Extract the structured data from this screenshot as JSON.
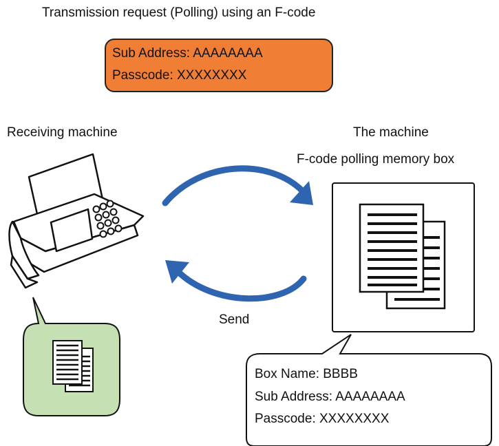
{
  "title": "Transmission request (Polling) using an F-code",
  "request_box": {
    "sub_address": "Sub Address: AAAAAAAA",
    "passcode": "Passcode: XXXXXXXX",
    "color": "#f07f35"
  },
  "receiving_machine": {
    "label": "Receiving machine",
    "icon": "fax-machine-icon"
  },
  "the_machine": {
    "label": "The machine",
    "memory_box_label": "F-code polling memory box",
    "icon": "documents-icon"
  },
  "send_label": "Send",
  "received_bubble": {
    "icon": "received-documents-icon",
    "color": "#c5e0b3"
  },
  "info_callout": {
    "box_name": "Box Name: BBBB",
    "sub_address": "Sub Address: AAAAAAAA",
    "passcode": "Passcode: XXXXXXXX"
  },
  "arrow_color": "#2e64b0"
}
